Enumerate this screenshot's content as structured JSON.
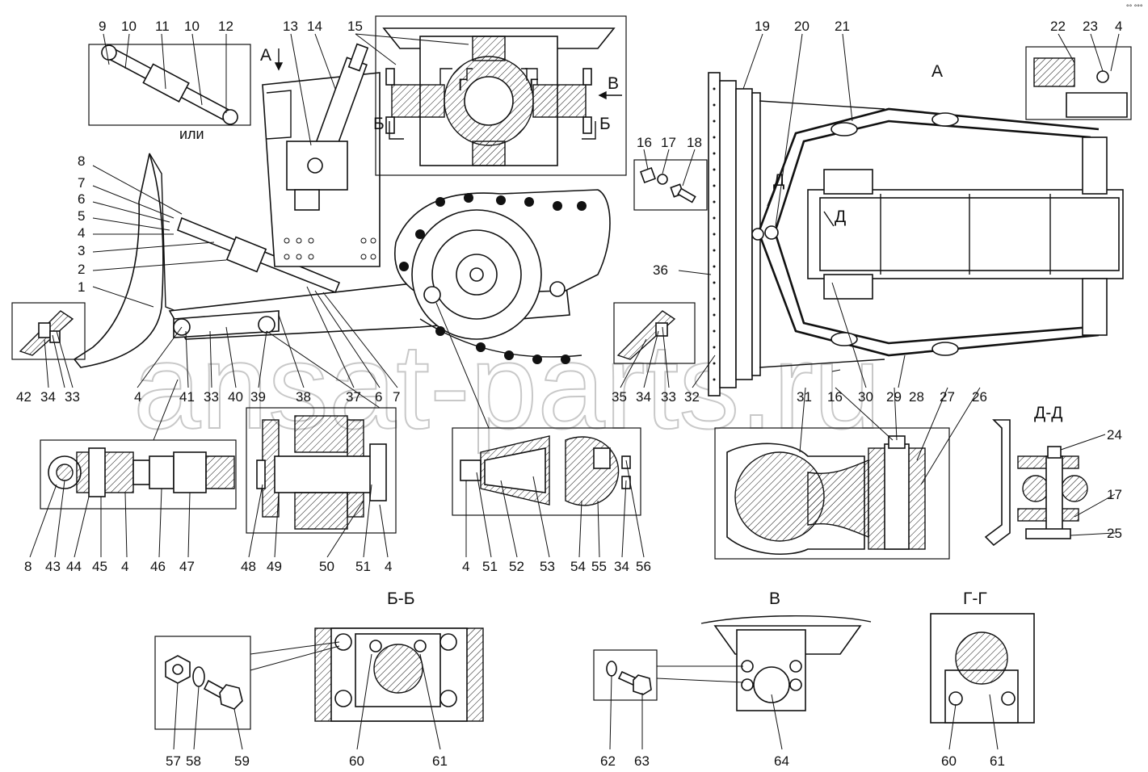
{
  "watermark": "ansat-parts.ru",
  "corner_mark": "°° °°°",
  "views": {
    "A_arrow": "А",
    "A_title": "А",
    "B_arrow": "В",
    "B_title": "В",
    "BB_arrow": "Б",
    "BB_title": "Б-Б",
    "GG_arrow": "Г",
    "GG_title": "Г-Г",
    "DD_arrow": "Д",
    "DD_title": "Д-Д",
    "or_text": "или"
  },
  "callouts": {
    "n1": "1",
    "n2": "2",
    "n3": "3",
    "n4": "4",
    "n5": "5",
    "n6": "6",
    "n7": "7",
    "n8": "8",
    "n9": "9",
    "n10": "10",
    "n11": "11",
    "n12": "12",
    "n13": "13",
    "n14": "14",
    "n15": "15",
    "n16": "16",
    "n17": "17",
    "n18": "18",
    "n19": "19",
    "n20": "20",
    "n21": "21",
    "n22": "22",
    "n23": "23",
    "n24": "24",
    "n25": "25",
    "n26": "26",
    "n27": "27",
    "n28": "28",
    "n29": "29",
    "n30": "30",
    "n31": "31",
    "n32": "32",
    "n33": "33",
    "n34": "34",
    "n35": "35",
    "n36": "36",
    "n37": "37",
    "n38": "38",
    "n39": "39",
    "n40": "40",
    "n41": "41",
    "n42": "42",
    "n43": "43",
    "n44": "44",
    "n45": "45",
    "n46": "46",
    "n47": "47",
    "n48": "48",
    "n49": "49",
    "n50": "50",
    "n51": "51",
    "n52": "52",
    "n53": "53",
    "n54": "54",
    "n55": "55",
    "n56": "56",
    "n57": "57",
    "n58": "58",
    "n59": "59",
    "n60": "60",
    "n61": "61",
    "n62": "62",
    "n63": "63",
    "n64": "64"
  }
}
